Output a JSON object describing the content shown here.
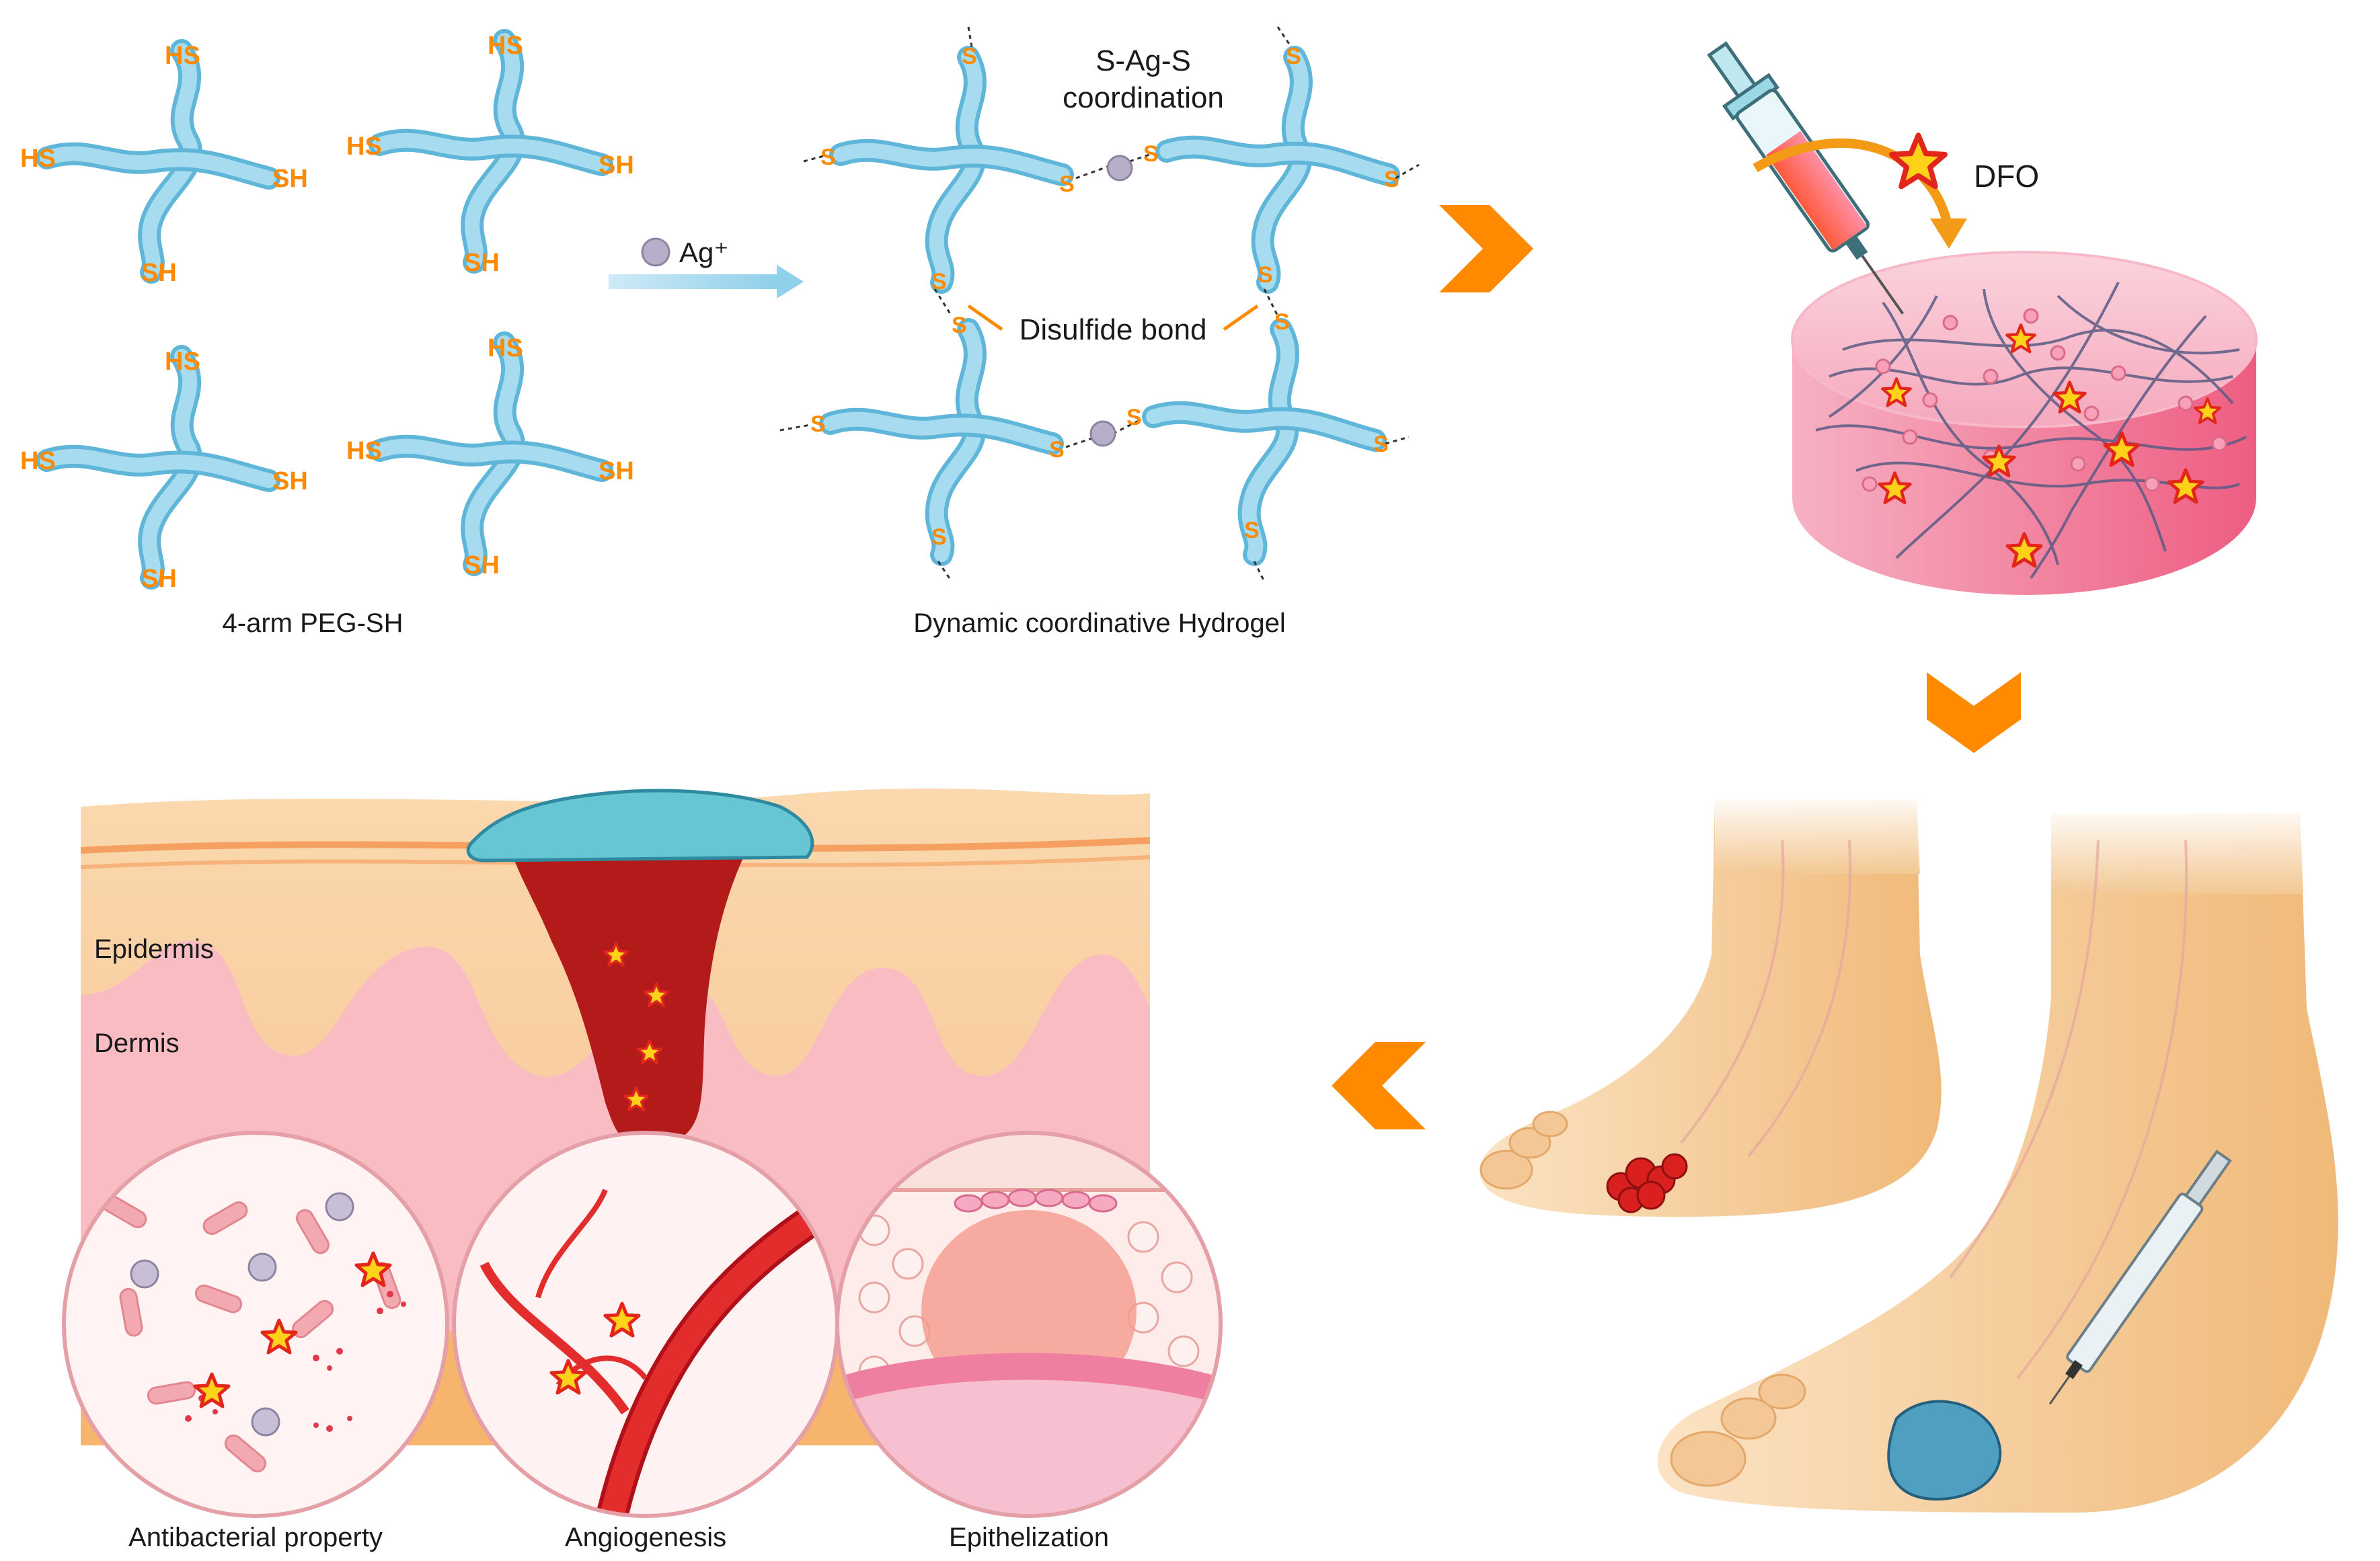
{
  "top": {
    "peg_label": "4-arm PEG-SH",
    "thiol_hs": "HS",
    "thiol_sh": "SH",
    "sulfur": "S",
    "ag_label": "Ag⁺",
    "coordination_line1": "S-Ag-S",
    "coordination_line2": "coordination",
    "disulfide_label": "Disulfide bond",
    "hydrogel_label": "Dynamic coordinative Hydrogel",
    "dfo_label": "DFO"
  },
  "skin": {
    "epidermis_label": "Epidermis",
    "dermis_label": "Dermis"
  },
  "insets": [
    {
      "label": "Antibacterial property"
    },
    {
      "label": "Angiogenesis"
    },
    {
      "label": "Epithelization"
    }
  ],
  "colors": {
    "peg_arm": "#8fd0ea",
    "thiol": "#ff8a00",
    "arrow_chevron": "#ff8a00",
    "silver_ion": "#b7aec9",
    "hydrogel_disc": "#f27a97",
    "wound": "#b31b1b",
    "star": "#ffd21a"
  }
}
